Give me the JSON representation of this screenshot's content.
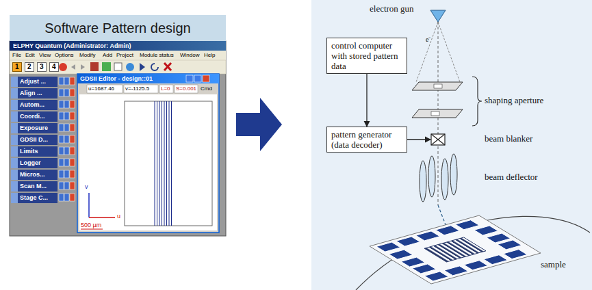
{
  "diagram": {
    "nodes": [
      {
        "text": [
          "Software Pattern design"
        ]
      },
      {
        "text": [
          "ELPHY Quantum (Administrator: Admin)"
        ]
      },
      {
        "text": [
          "GDSII Editor - design::01"
        ],
        "in": 1
      },
      {
        "text": [
          "Adjust ..."
        ],
        "in": 1
      },
      {
        "text": [
          "Align ..."
        ],
        "in": 1
      },
      {
        "text": [
          "Autom..."
        ],
        "in": 1
      },
      {
        "text": [
          "Coordi..."
        ],
        "in": 1
      },
      {
        "text": [
          "Exposure"
        ],
        "in": 1
      },
      {
        "text": [
          "GDSII D..."
        ],
        "in": 1
      },
      {
        "text": [
          "Limits"
        ],
        "in": 1
      },
      {
        "text": [
          "Logger"
        ],
        "in": 1
      },
      {
        "text": [
          "Micros..."
        ],
        "in": 1
      },
      {
        "text": [
          "Scan M..."
        ],
        "in": 1
      },
      {
        "text": [
          "Stage C..."
        ],
        "in": 1
      },
      {
        "text": [
          "control computer with stored pattern data"
        ]
      },
      {
        "text": [
          "pattern generator (data decoder)"
        ]
      }
    ],
    "edges": [
      {
        "from": 14,
        "to": 15,
        "arrow": "to"
      }
    ],
    "labels": [
      "File",
      "Edit",
      "View",
      "Options",
      "Modify",
      "Add",
      "Project",
      "Module status",
      "Window",
      "Help",
      "1",
      "2",
      "3",
      "4",
      "u=1687.46",
      "v=-1125.5",
      "L=0",
      "S=0.001",
      "Cmd",
      "v",
      "u",
      "500 µm",
      "electron gun",
      "e⁻",
      "shaping aperture",
      "beam blanker",
      "beam deflector",
      "sample"
    ]
  }
}
